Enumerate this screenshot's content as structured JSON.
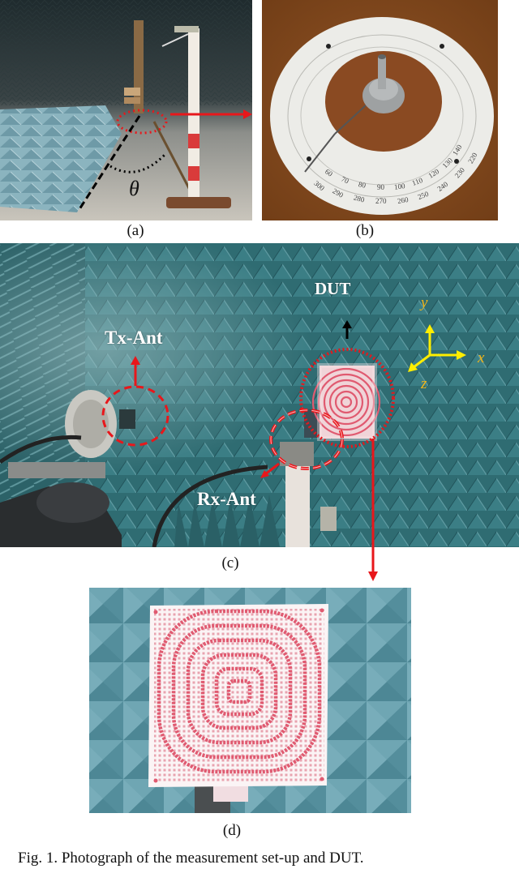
{
  "figure": {
    "caption": "Fig. 1. Photograph of the measurement set-up and DUT.",
    "panels": [
      {
        "id": "a",
        "label": "(a)",
        "annotations": {
          "angle_symbol": "θ"
        }
      },
      {
        "id": "b",
        "label": "(b)",
        "dial_numbers_outer": [
          "300",
          "290",
          "280",
          "270",
          "260",
          "250",
          "240",
          "230",
          "220"
        ],
        "dial_numbers_inner": [
          "60",
          "70",
          "80",
          "90",
          "100",
          "110",
          "120",
          "130",
          "140"
        ]
      },
      {
        "id": "c",
        "label": "(c)",
        "annotations": {
          "dut": "DUT",
          "tx": "Tx-Ant",
          "rx": "Rx-Ant"
        },
        "axes": {
          "x": "x",
          "y": "y",
          "z": "z"
        }
      },
      {
        "id": "d",
        "label": "(d)"
      }
    ]
  },
  "colors": {
    "annotation_red": "#e8171b",
    "axis_yellow": "#ffee00",
    "axis_label": "#f2b61a",
    "absorber_teal": "#2e6a70",
    "absorber_light": "#5f98a6",
    "dut_pink": "#e05a70"
  }
}
